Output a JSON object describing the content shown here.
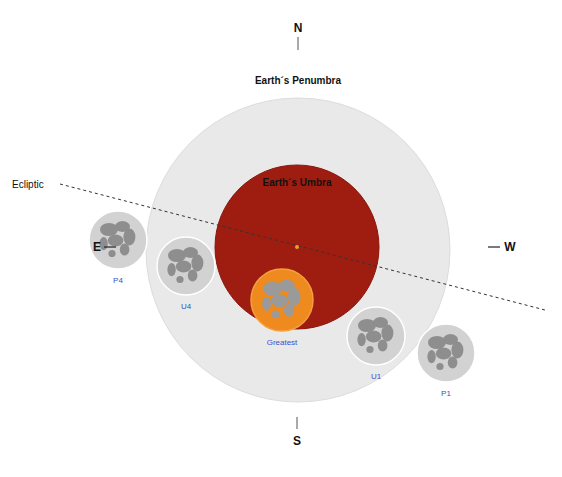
{
  "diagram": {
    "nodes": [
      {
        "text": [
          "Earth´s Penumbra"
        ]
      },
      {
        "text": [
          "Earth´s Umbra"
        ],
        "in": 0
      },
      {
        "text": [
          "P4"
        ]
      },
      {
        "text": [
          "U4"
        ],
        "in": 0
      },
      {
        "text": [
          "Greatest"
        ],
        "in": 1
      },
      {
        "text": [
          "U1"
        ],
        "in": 0
      },
      {
        "text": [
          "P1"
        ]
      }
    ],
    "labels": [
      "N",
      "Ecliptic",
      "E",
      "W",
      "S"
    ]
  }
}
